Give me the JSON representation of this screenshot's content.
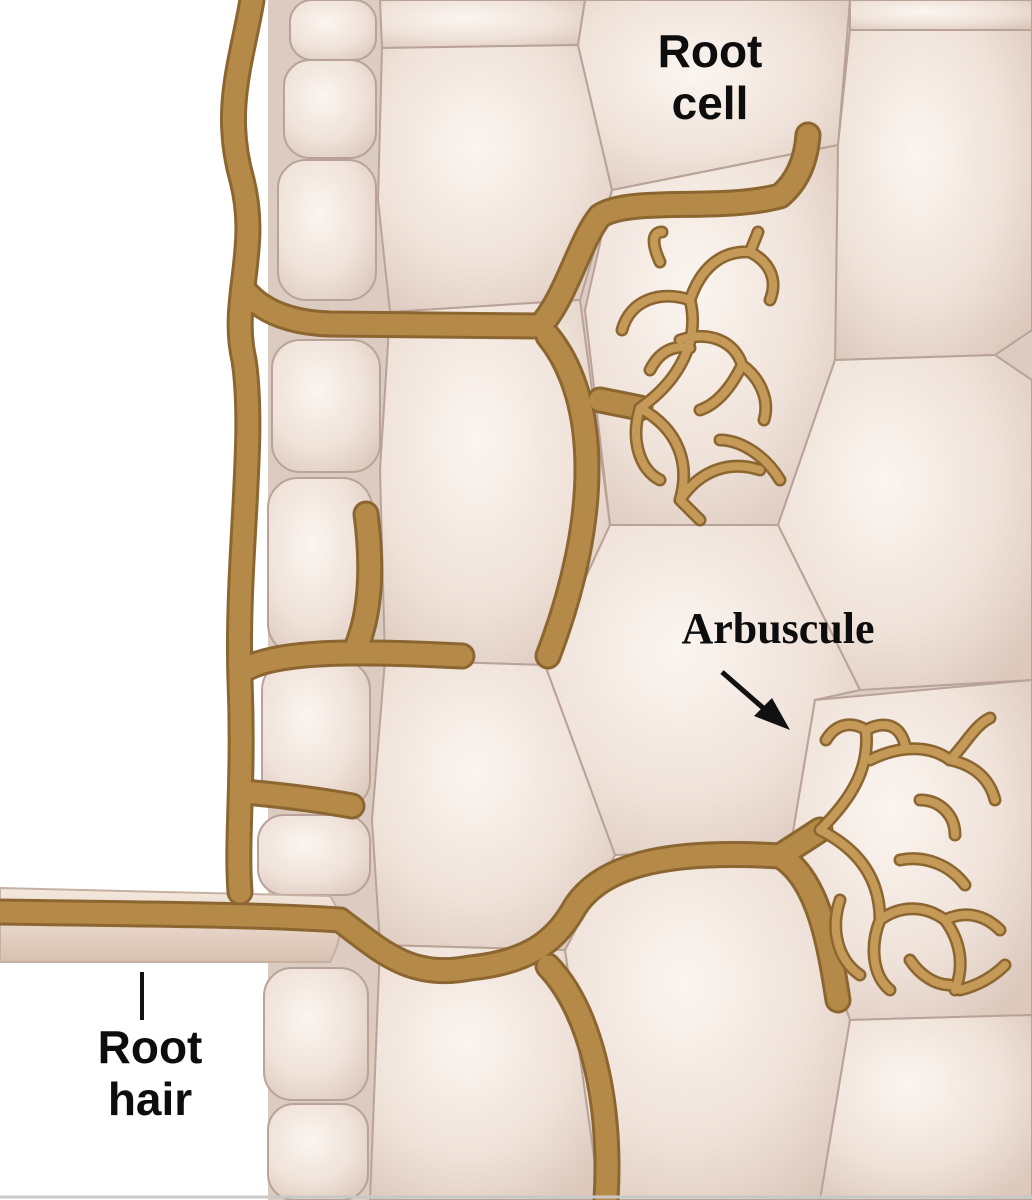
{
  "diagram": {
    "labels": {
      "root_cell": [
        "Root",
        "cell"
      ],
      "arbuscule": "Arbuscule",
      "root_hair": [
        "Root",
        "hair"
      ]
    },
    "colors": {
      "background": "#ffffff",
      "cell_fill": "#efe2d9",
      "cell_border": "#b9a399",
      "hypha": "#b58a48",
      "hypha_dark": "#8c6630",
      "root_hair": "#ecdccf",
      "label_text": "#0d0d0d"
    }
  }
}
